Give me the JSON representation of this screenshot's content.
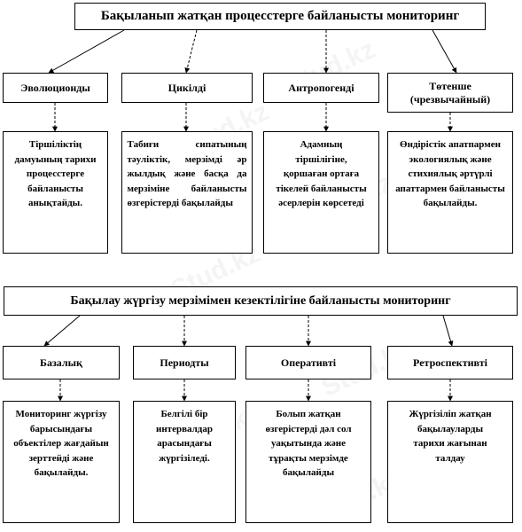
{
  "section1": {
    "title": "Бақыланып жатқан процесстерге байланысты мониторинг",
    "categories": [
      {
        "label": "Эволюционды",
        "desc": "Тіршіліктің дамуының тарихи процесстерге байланысты анықтайды."
      },
      {
        "label": "Цикілді",
        "desc": "Табиғи сипатының тәуліктік, мерзімді әр жылдық және басқа да мерзіміне байланысты өзгерістерді бақылайды"
      },
      {
        "label": "Антропогенді",
        "desc": "Адамның тіршілігіне, қоршаған ортаға тікелей байланысты әсерлерін көрсетеді"
      },
      {
        "label": "Төтенше (чрезвычайный)",
        "desc": "Өндірістік апатпармен экологиялық және стихиялық әртүрлі апаттармен байланысты бақылайды."
      }
    ]
  },
  "section2": {
    "title": "Бақылау жүргізу мерзімімен кезектілігіне байланысты мониторинг",
    "categories": [
      {
        "label": "Базалық",
        "desc": "Мониторинг жүргізу барысындағы объектілер жағдайын зерттейді және бақылайды."
      },
      {
        "label": "Периодты",
        "desc": "Белгілі бір интервалдар арасындағы жүргізіледі."
      },
      {
        "label": "Оперативті",
        "desc": "Болып жатқан өзгерістерді дәл сол уақытында және тұрақты мерзімде бақылайды"
      },
      {
        "label": "Ретроспективті",
        "desc": "Жүргізіліп жатқан бақылауларды тарихи жағынан талдау"
      }
    ]
  },
  "watermark": "Stud.kz"
}
